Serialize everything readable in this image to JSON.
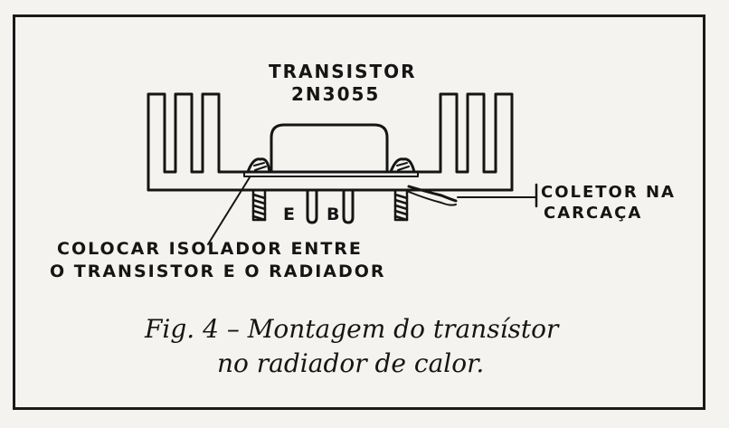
{
  "labels": {
    "transistor_line1": "TRANSISTOR",
    "transistor_line2": "2N3055",
    "pin_e": "E",
    "pin_b": "B",
    "collector_line1": "COLETOR NA",
    "collector_line2": "CARCAÇA",
    "insulator_line1": "COLOCAR ISOLADOR ENTRE",
    "insulator_line2": "O TRANSISTOR E O RADIADOR"
  },
  "caption": {
    "line1": "Fig. 4 – Montagem do transístor",
    "line2": "no radiador de calor."
  },
  "colors": {
    "ink": "#151515",
    "paper": "#f4f3ef"
  }
}
